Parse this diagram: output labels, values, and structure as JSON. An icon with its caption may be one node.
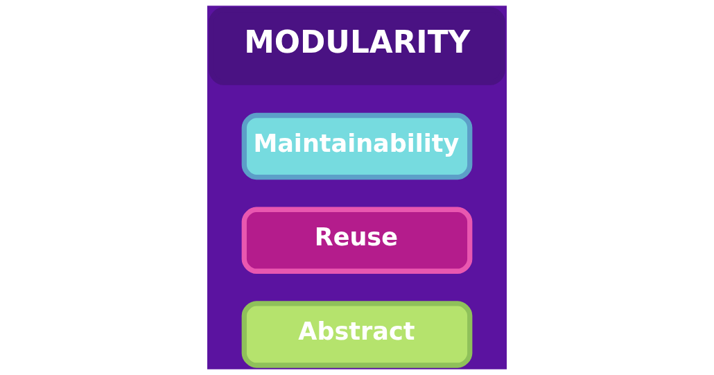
{
  "diagram": {
    "nodes": [
      {
        "text": [
          "MODULARITY"
        ]
      },
      {
        "text": [
          "Maintainability"
        ]
      },
      {
        "text": [
          "Reuse"
        ]
      },
      {
        "text": [
          "Abstract"
        ]
      }
    ]
  }
}
